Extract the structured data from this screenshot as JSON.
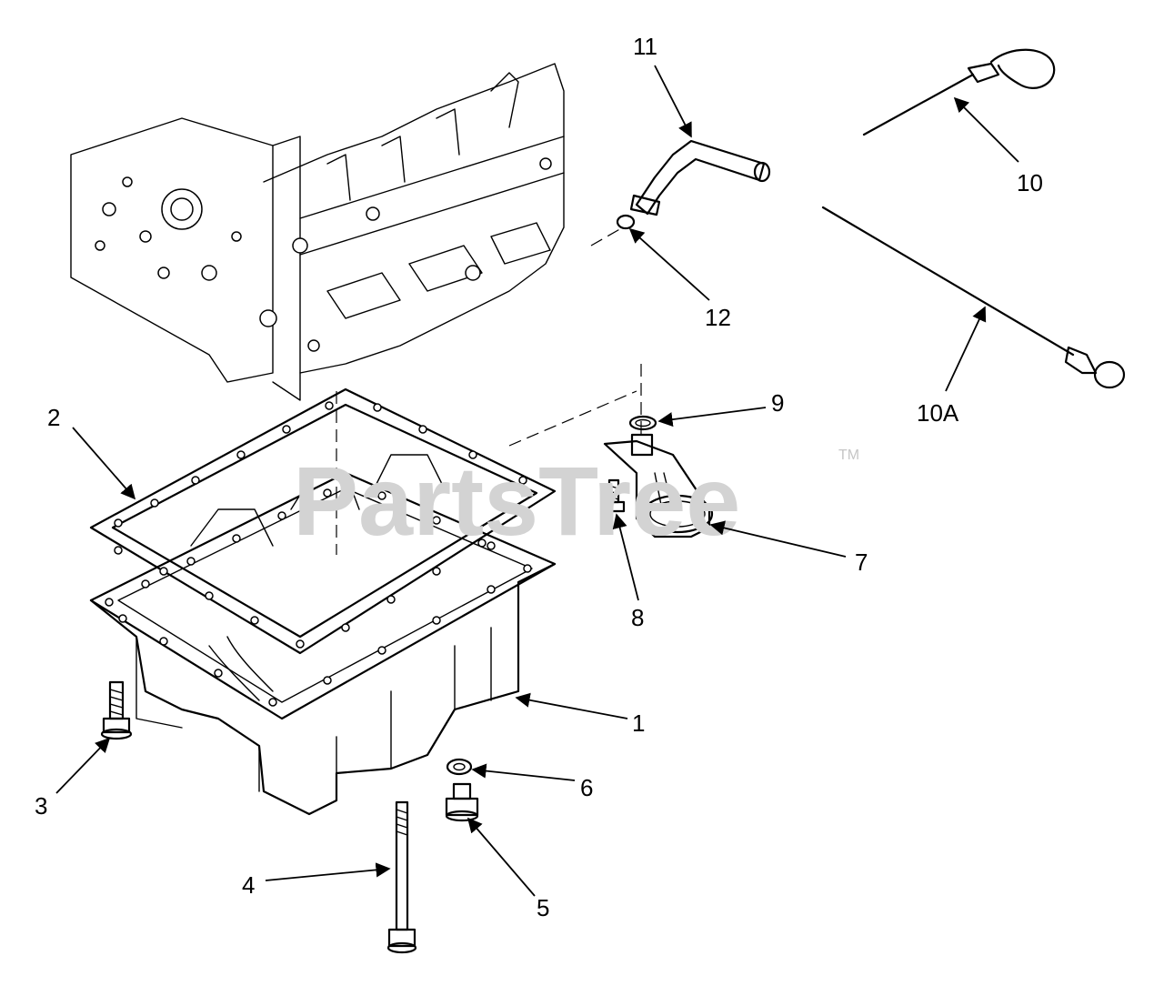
{
  "watermark": {
    "text": "PartsTree",
    "trademark": "TM"
  },
  "callouts": [
    {
      "label": "1"
    },
    {
      "label": "2"
    },
    {
      "label": "3"
    },
    {
      "label": "4"
    },
    {
      "label": "5"
    },
    {
      "label": "6"
    },
    {
      "label": "7"
    },
    {
      "label": "8"
    },
    {
      "label": "9"
    },
    {
      "label": "10"
    },
    {
      "label": "10A"
    },
    {
      "label": "11"
    },
    {
      "label": "12"
    }
  ],
  "colors": {
    "ink": "#000000",
    "watermark": "#d3d3d3",
    "background": "#ffffff"
  }
}
